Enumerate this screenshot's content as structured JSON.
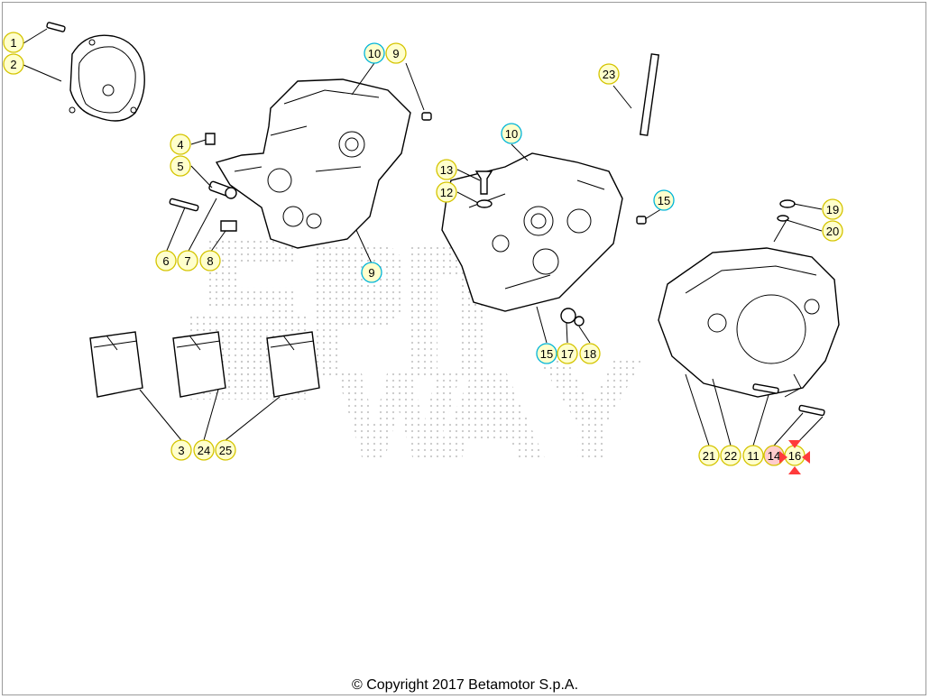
{
  "copyright": "© Copyright 2017 Betamotor S.p.A.",
  "colors": {
    "callout_fill": "#ffffcc",
    "callout_stroke_yellow": "#d4c400",
    "callout_stroke_cyan": "#00b4d8",
    "callout_highlight_fill": "#ffcccc",
    "hotspot_marker": "#ff3b3b",
    "watermark_dots": "#c8c8c8"
  },
  "callouts": [
    {
      "id": "1",
      "label": "1",
      "style": "yellow"
    },
    {
      "id": "2",
      "label": "2",
      "style": "yellow"
    },
    {
      "id": "10a",
      "label": "10",
      "style": "cyan"
    },
    {
      "id": "9a",
      "label": "9",
      "style": "yellow"
    },
    {
      "id": "4",
      "label": "4",
      "style": "yellow"
    },
    {
      "id": "5",
      "label": "5",
      "style": "yellow"
    },
    {
      "id": "6",
      "label": "6",
      "style": "yellow"
    },
    {
      "id": "7",
      "label": "7",
      "style": "yellow"
    },
    {
      "id": "8",
      "label": "8",
      "style": "yellow"
    },
    {
      "id": "9b",
      "label": "9",
      "style": "cyan"
    },
    {
      "id": "23",
      "label": "23",
      "style": "yellow"
    },
    {
      "id": "10b",
      "label": "10",
      "style": "cyan"
    },
    {
      "id": "13",
      "label": "13",
      "style": "yellow"
    },
    {
      "id": "12",
      "label": "12",
      "style": "yellow"
    },
    {
      "id": "15a",
      "label": "15",
      "style": "cyan"
    },
    {
      "id": "15b",
      "label": "15",
      "style": "cyan"
    },
    {
      "id": "17",
      "label": "17",
      "style": "yellow"
    },
    {
      "id": "18",
      "label": "18",
      "style": "yellow"
    },
    {
      "id": "19",
      "label": "19",
      "style": "yellow"
    },
    {
      "id": "20",
      "label": "20",
      "style": "yellow"
    },
    {
      "id": "3",
      "label": "3",
      "style": "yellow"
    },
    {
      "id": "24",
      "label": "24",
      "style": "yellow"
    },
    {
      "id": "25",
      "label": "25",
      "style": "yellow"
    },
    {
      "id": "21",
      "label": "21",
      "style": "yellow"
    },
    {
      "id": "22",
      "label": "22",
      "style": "yellow"
    },
    {
      "id": "11",
      "label": "11",
      "style": "yellow"
    },
    {
      "id": "14",
      "label": "14",
      "style": "highlight"
    },
    {
      "id": "16",
      "label": "16",
      "style": "yellow"
    }
  ]
}
